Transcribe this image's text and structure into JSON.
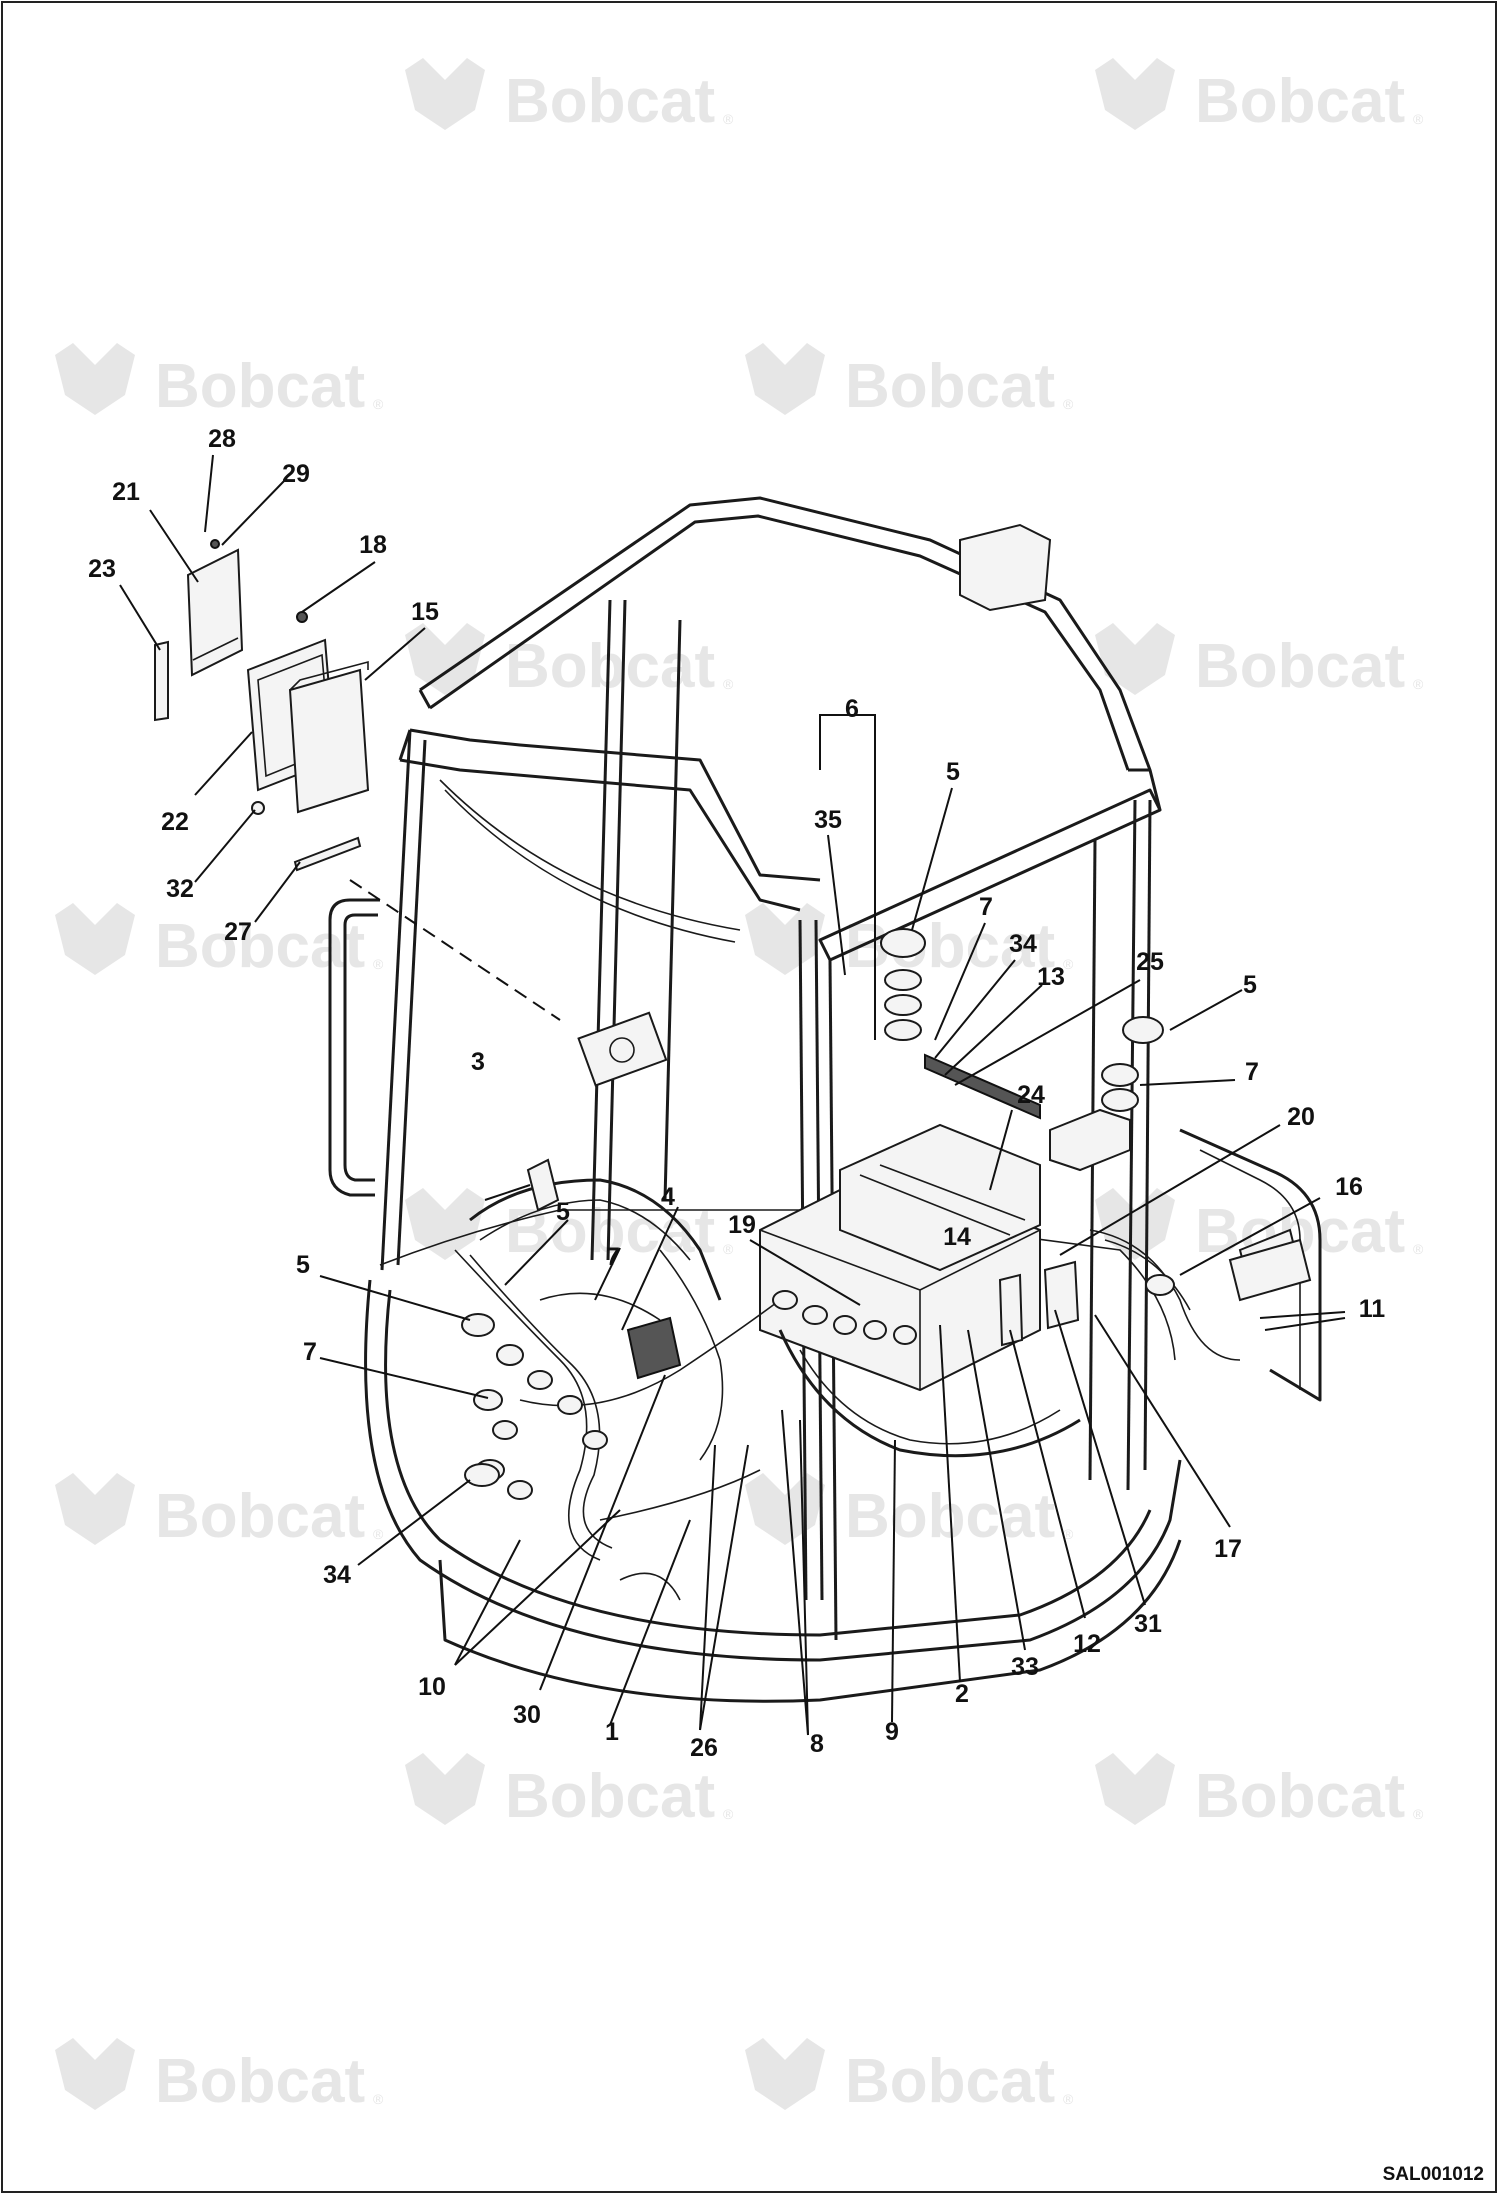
{
  "watermark": {
    "brand": "Bobcat",
    "registered_mark": "®"
  },
  "drawing": {
    "reference_code": "SAL001012"
  },
  "callouts": [
    "1",
    "2",
    "3",
    "4",
    "5",
    "6",
    "7",
    "8",
    "9",
    "10",
    "11",
    "12",
    "13",
    "14",
    "15",
    "16",
    "17",
    "18",
    "19",
    "20",
    "21",
    "22",
    "23",
    "24",
    "25",
    "26",
    "27",
    "28",
    "29",
    "30",
    "31",
    "32",
    "33",
    "34",
    "35"
  ],
  "icons": {
    "watermark_logo": "bobcat-head-icon"
  }
}
